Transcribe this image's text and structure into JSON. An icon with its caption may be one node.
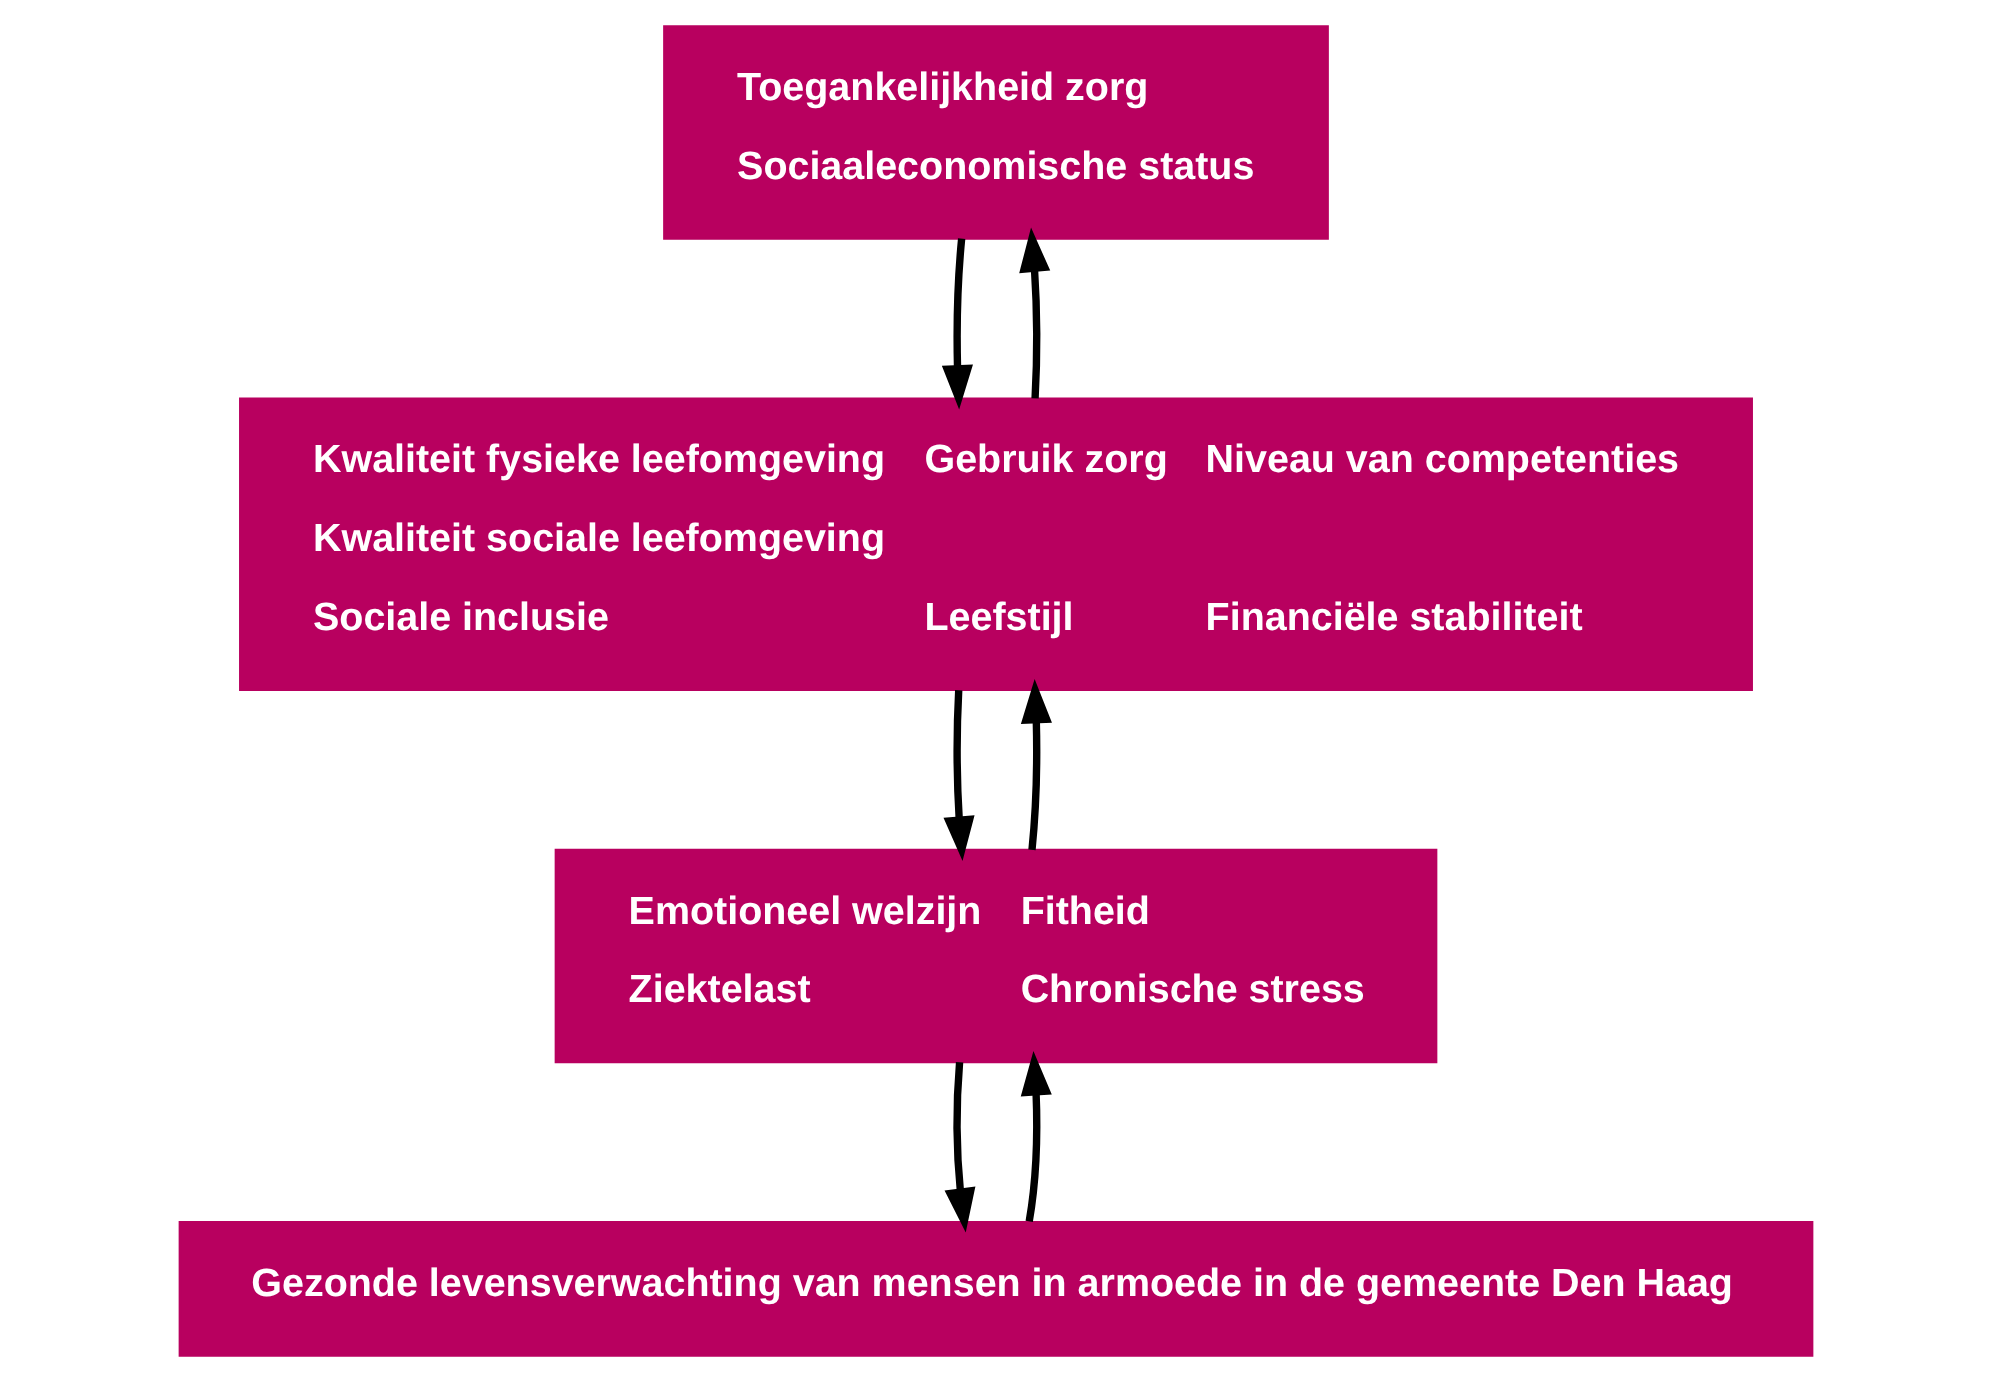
{
  "diagram": {
    "nodes": [
      {
        "text": [
          "Toegankelijkheid zorg",
          "Sociaaleconomische status"
        ]
      },
      {
        "text": [
          "Kwaliteit fysieke leefomgeving",
          "Gebruik zorg",
          "Niveau van competenties",
          "Kwaliteit sociale leefomgeving",
          "Sociale inclusie",
          "Leefstijl",
          "Financiële stabiliteit"
        ]
      },
      {
        "text": [
          "Emotioneel welzijn",
          "Fitheid",
          "Ziektelast",
          "Chronische stress"
        ]
      },
      {
        "text": [
          "Gezonde levensverwachting van mensen in armoede in de gemeente Den Haag"
        ]
      }
    ],
    "edges": [
      {
        "from": 1,
        "to": 0,
        "arrow": "to"
      },
      {
        "from": 0,
        "to": 1,
        "arrow": "to"
      },
      {
        "from": 2,
        "to": 1,
        "arrow": "to"
      },
      {
        "from": 1,
        "to": 2,
        "arrow": "to"
      },
      {
        "from": 3,
        "to": 2,
        "arrow": "to"
      },
      {
        "from": 2,
        "to": 3,
        "arrow": "to"
      }
    ]
  }
}
